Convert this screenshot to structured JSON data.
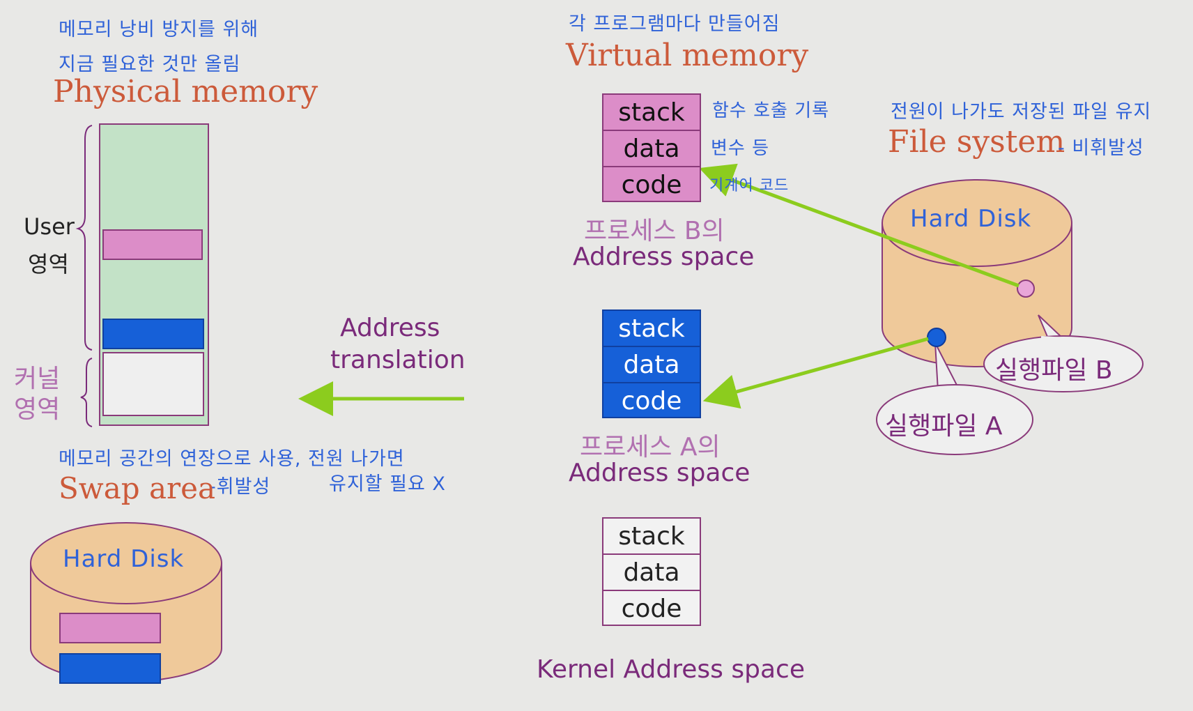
{
  "left": {
    "note_line1": "메모리 낭비 방지를 위해",
    "note_line2": "지금 필요한 것만 올림",
    "physical_title": "Physical memory",
    "user_area_line1": "User",
    "user_area_line2": "영역",
    "kernel_area_line1": "커널",
    "kernel_area_line2": "영역",
    "swap_note_line1": "메모리 공간의 연장으로 사용, 전원 나가면",
    "swap_note_line2a": "-휘발성",
    "swap_note_line2b": "유지할 필요 X",
    "swap_title": "Swap area",
    "swap_disk_label": "Hard Disk"
  },
  "middle": {
    "arrow_label_line1": "Address",
    "arrow_label_line2": "translation"
  },
  "virtual": {
    "note": "각 프로그램마다 만들어짐",
    "title": "Virtual memory",
    "process_b": {
      "segments": [
        "stack",
        "data",
        "code"
      ],
      "label_line1": "프로세스 B의",
      "label_line2": "Address space",
      "notes": [
        "함수 호출 기록",
        "변수 등",
        "기계어 코드"
      ]
    },
    "process_a": {
      "segments": [
        "stack",
        "data",
        "code"
      ],
      "label_line1": "프로세스 A의",
      "label_line2": "Address space"
    },
    "kernel": {
      "segments": [
        "stack",
        "data",
        "code"
      ],
      "label": "Kernel Address space"
    }
  },
  "filesystem": {
    "note": "전원이 나가도 저장된 파일 유지",
    "title": "File system",
    "title_suffix": "- 비휘발성",
    "disk_label": "Hard Disk",
    "exec_b": "실행파일 B",
    "exec_a": "실행파일 A"
  },
  "colors": {
    "note_blue": "#2f62d8",
    "title_red": "#cc5a3a",
    "label_purple": "#7a2a7a",
    "user_green": "#c3e2c7",
    "segment_pink": "#dc8dc8",
    "segment_blue": "#1660d8",
    "disk_tan": "#efc99a",
    "arrow_green": "#8ccc1e"
  }
}
